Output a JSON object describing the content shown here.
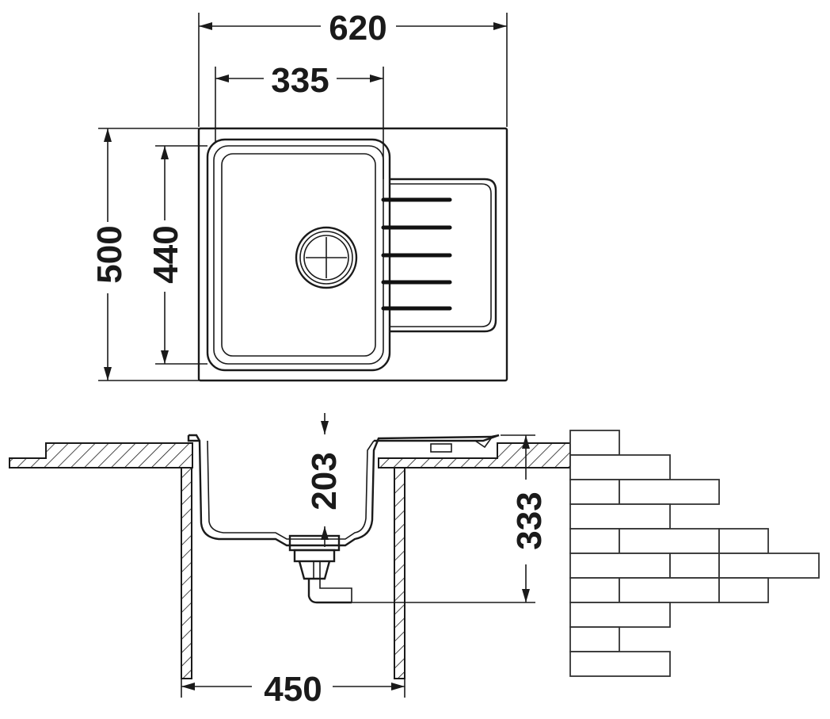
{
  "dimensions": {
    "overall_width": "620",
    "bowl_width": "335",
    "overall_depth": "500",
    "bowl_depth": "440",
    "bowl_height": "203",
    "drain_height": "333",
    "cabinet_width": "450"
  }
}
